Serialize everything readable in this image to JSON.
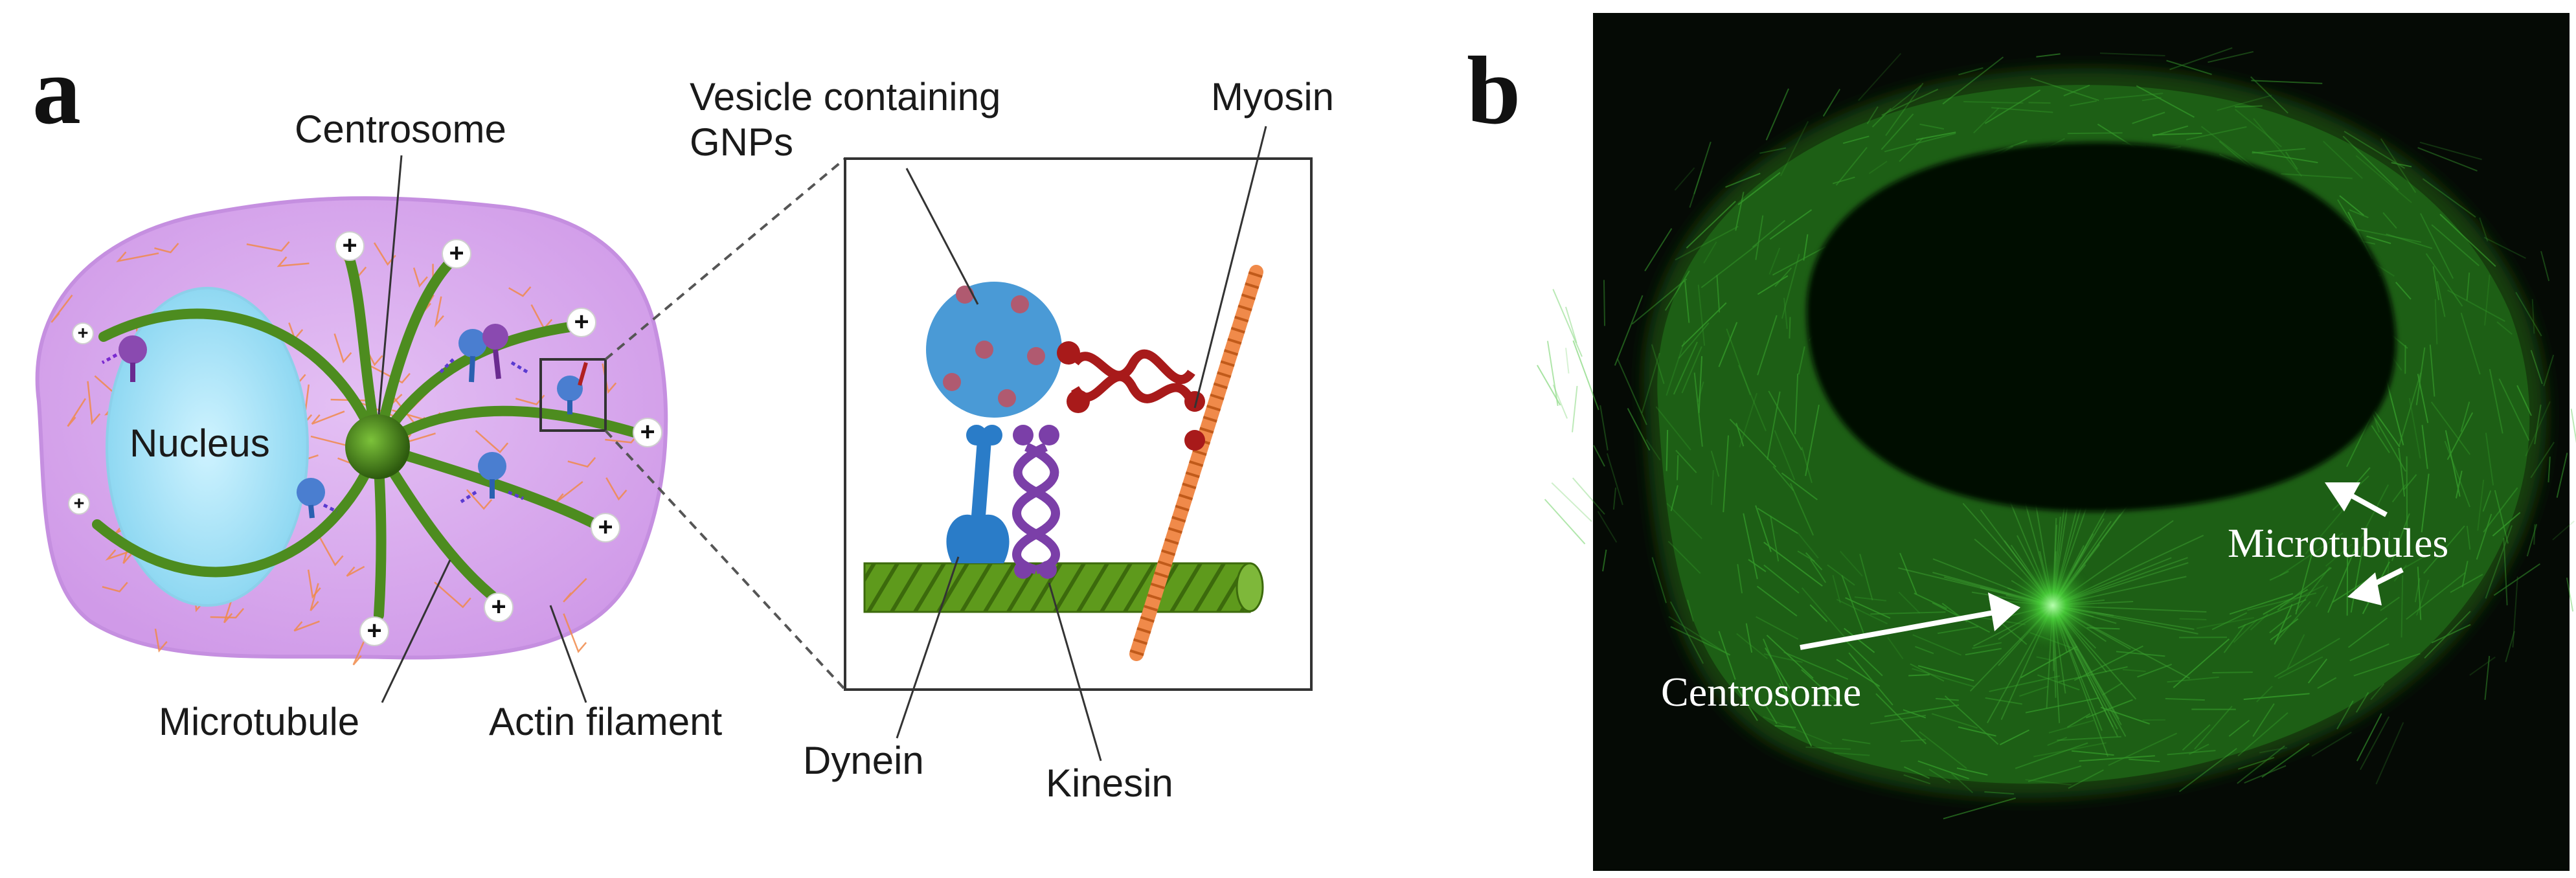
{
  "panel_a": {
    "letter": "a",
    "labels": {
      "centrosome": "Centrosome",
      "nucleus": "Nucleus",
      "vesicle_line1": "Vesicle containing",
      "vesicle_line2": "GNPs",
      "myosin": "Myosin",
      "microtubule": "Microtubule",
      "actin": "Actin filament",
      "dynein": "Dynein",
      "kinesin": "Kinesin"
    },
    "plus_sign": "+"
  },
  "panel_b": {
    "letter": "b",
    "labels": {
      "microtubules": "Microtubules",
      "centrosome": "Centrosome"
    }
  },
  "colors": {
    "cell_fill": "#d8a4ee",
    "cell_edge": "#c890e6",
    "nucleus_fill": "#a9e4f6",
    "microtubule": "#4a8a1e",
    "centrosome": "#3d6e14",
    "actin": "#f08a4a",
    "vesicle": "#4a9ad6",
    "gnp": "#b05a70",
    "dynein": "#2a7cc8",
    "kinesin": "#7b3fa8",
    "myosin": "#a81a1a",
    "micro_bg": "#050a05",
    "micro_green": "#38c838"
  }
}
